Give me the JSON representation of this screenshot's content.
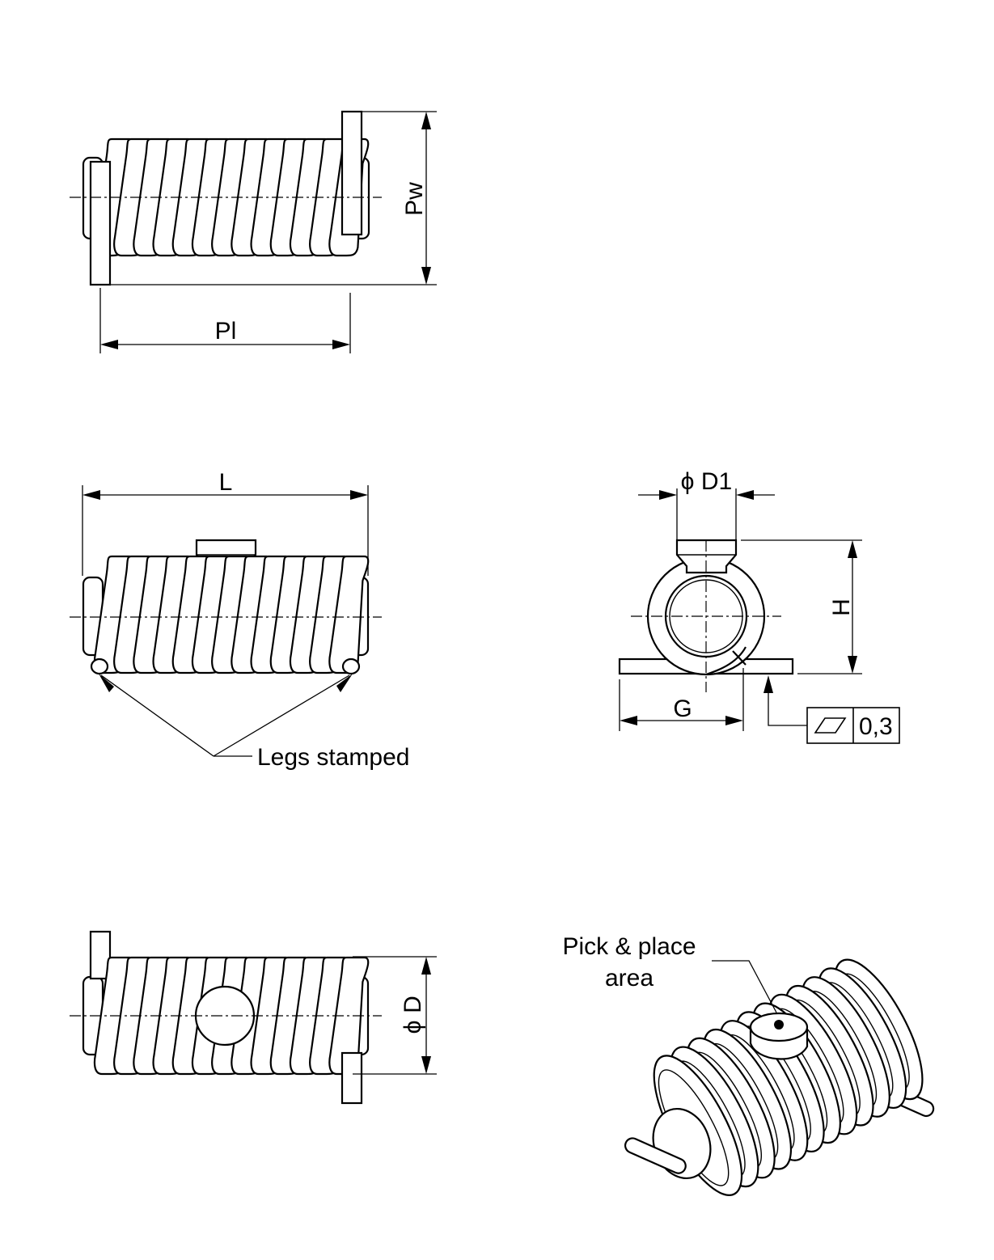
{
  "labels": {
    "pw": "Pw",
    "pl": "Pl",
    "l": "L",
    "legs_stamped": "Legs stamped",
    "d1": "D1",
    "h": "H",
    "g": "G",
    "flatness_value": "0,3",
    "d": "D",
    "pick_place_line1": "Pick & place",
    "pick_place_line2": "area"
  },
  "symbols": {
    "diameter": "ϕ",
    "flatness": "parallelogram-icon"
  }
}
